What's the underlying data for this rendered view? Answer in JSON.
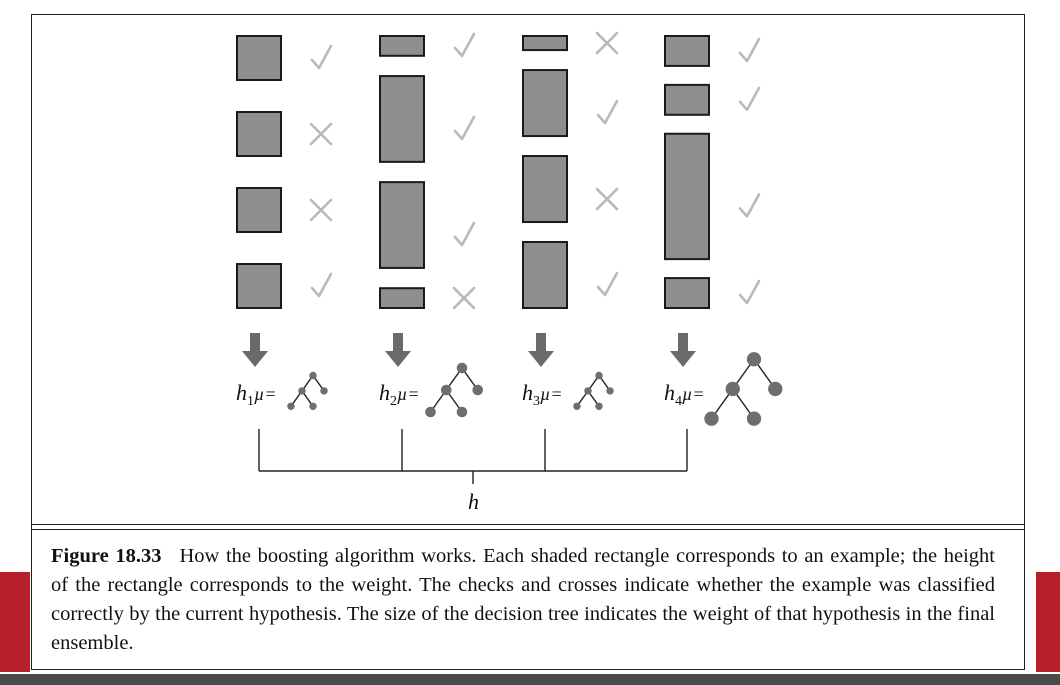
{
  "theme": {
    "rect_fill": "#8e8e90",
    "rect_stroke": "#1a1a1a",
    "mark_color": "#b9b9b9",
    "arrow_color": "#6a6a6a",
    "tree_color": "#6e6e6e",
    "accent_red": "#b8202a"
  },
  "stages": [
    {
      "label": "h",
      "subscript": "1",
      "tail": "µ=",
      "tree_scale": 0.7,
      "examples": [
        {
          "weight": 1.0,
          "mark": "check"
        },
        {
          "weight": 1.0,
          "mark": "cross"
        },
        {
          "weight": 1.0,
          "mark": "cross"
        },
        {
          "weight": 1.0,
          "mark": "check"
        }
      ]
    },
    {
      "label": "h",
      "subscript": "2",
      "tail": "µ=",
      "tree_scale": 1.0,
      "examples": [
        {
          "weight": 0.45,
          "mark": "check"
        },
        {
          "weight": 1.95,
          "mark": "check"
        },
        {
          "weight": 1.95,
          "mark": "check"
        },
        {
          "weight": 0.45,
          "mark": "cross"
        }
      ]
    },
    {
      "label": "h",
      "subscript": "3",
      "tail": "µ=",
      "tree_scale": 0.7,
      "examples": [
        {
          "weight": 0.32,
          "mark": "cross"
        },
        {
          "weight": 1.5,
          "mark": "check"
        },
        {
          "weight": 1.5,
          "mark": "cross"
        },
        {
          "weight": 1.5,
          "mark": "check"
        }
      ]
    },
    {
      "label": "h",
      "subscript": "4",
      "tail": "µ=",
      "tree_scale": 1.35,
      "examples": [
        {
          "weight": 0.68,
          "mark": "check"
        },
        {
          "weight": 0.68,
          "mark": "check"
        },
        {
          "weight": 2.85,
          "mark": "check"
        },
        {
          "weight": 0.68,
          "mark": "check"
        }
      ]
    }
  ],
  "ensemble_label": "h",
  "caption": {
    "number": "Figure 18.33",
    "text": "How the boosting algorithm works. Each shaded rectangle corresponds to an example; the height of the rectangle corresponds to the weight. The checks and crosses indicate whether the example was classified correctly by the current hypothesis. The size of the decision tree indicates the weight of that hypothesis in the final ensemble."
  }
}
